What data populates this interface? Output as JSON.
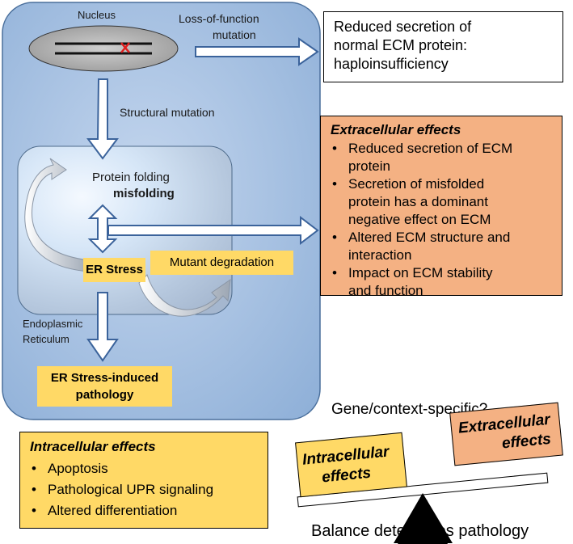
{
  "cell": {
    "nucleus_label": "Nucleus",
    "er_label_line1": "Endoplasmic",
    "er_label_line2": "Reticulum"
  },
  "arrows": {
    "loss_of_function": "Loss-of-function",
    "mutation": "mutation",
    "structural_mutation": "Structural mutation"
  },
  "er": {
    "protein_folding": "Protein folding",
    "misfolding": "misfolding",
    "er_stress": "ER Stress",
    "mutant_degradation": "Mutant degradation"
  },
  "pathology_box": {
    "line1": "ER Stress-induced",
    "line2": "pathology"
  },
  "haplo_box": {
    "line1": "Reduced secretion of",
    "line2": "normal ECM protein:",
    "line3": "haploinsufficiency"
  },
  "extracellular_box": {
    "title": "Extracellular effects",
    "items": [
      [
        "Reduced secretion of ECM",
        "protein"
      ],
      [
        "Secretion of misfolded",
        "protein has a dominant",
        "negative effect on ECM"
      ],
      [
        "Altered ECM structure and",
        "interaction"
      ],
      [
        "Impact on ECM stability",
        "and function"
      ]
    ]
  },
  "intracellular_box": {
    "title": "Intracellular effects",
    "items": [
      "Apoptosis",
      "Pathological UPR signaling",
      "Altered differentiation"
    ]
  },
  "balance": {
    "question": "Gene/context-specific?",
    "left_pan_line1": "Intracellular",
    "left_pan_line2": "effects",
    "right_pan_line1": "Extracellular",
    "right_pan_line2": "effects",
    "caption": "Balance determines pathology"
  },
  "colors": {
    "cell_fill": "#9db9dc",
    "cell_border": "#4a6f9c",
    "arrow_fill": "#ffffff",
    "arrow_stroke": "#3b639b",
    "yellow": "#ffd966",
    "orange": "#f4b183",
    "mutation_mark": "#e02020"
  }
}
